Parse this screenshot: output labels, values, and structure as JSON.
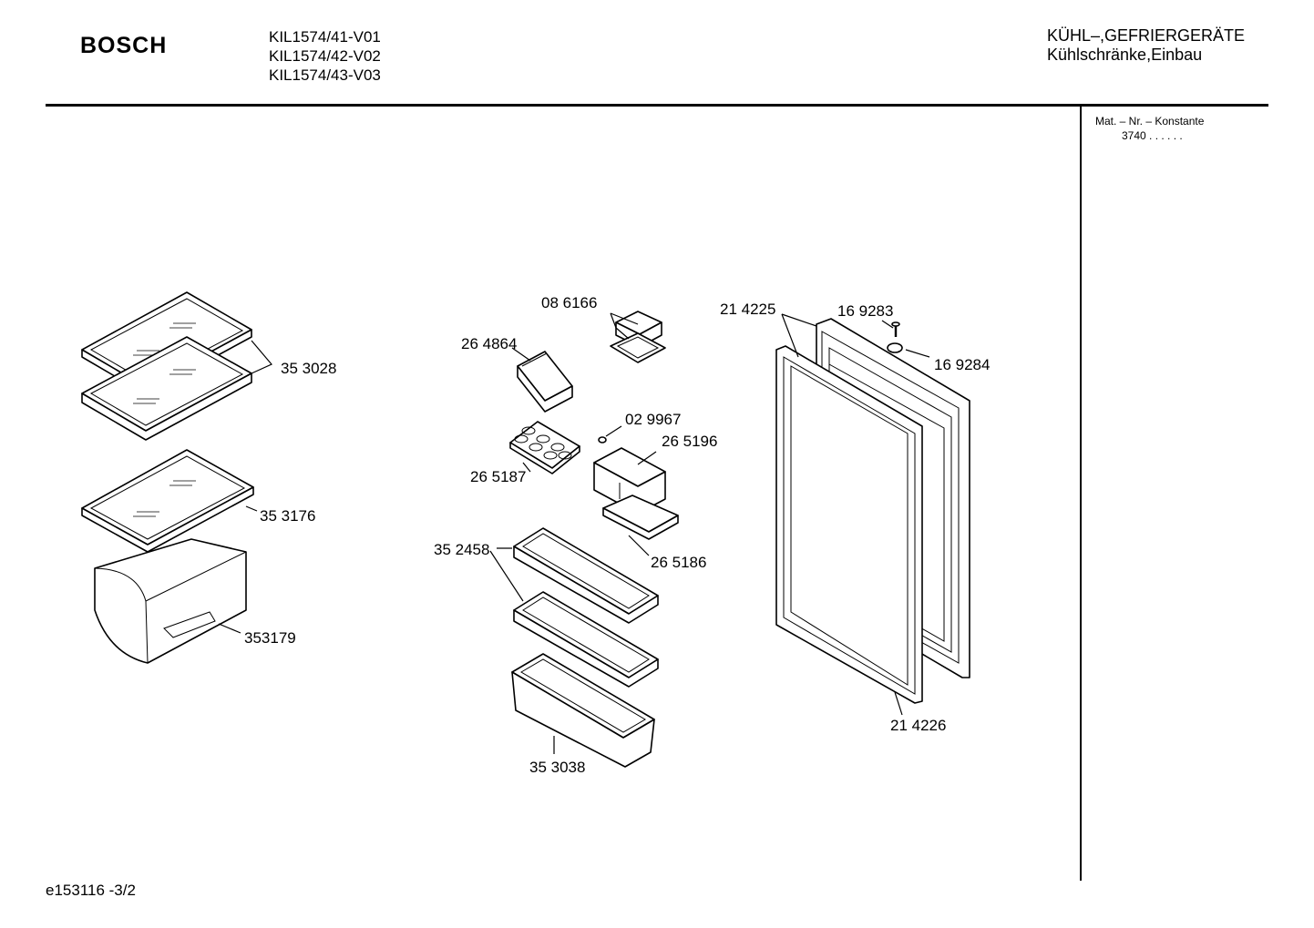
{
  "header": {
    "brand": "BOSCH",
    "models": [
      "KIL1574/41-V01",
      "KIL1574/42-V02",
      "KIL1574/43-V03"
    ],
    "category_line1": "KÜHL–,GEFRIERGERÄTE",
    "category_line2": "Kühlschränke,Einbau"
  },
  "side_panel": {
    "title": "Mat. – Nr. – Konstante",
    "value": "3740  .   .     .   .   .   ."
  },
  "footer": {
    "doc_id": "e153116 -3/2"
  },
  "parts": [
    {
      "label": "35 3028"
    },
    {
      "label": "35 3176"
    },
    {
      "label": "353179"
    },
    {
      "label": "08 6166"
    },
    {
      "label": "26 4864"
    },
    {
      "label": "02 9967"
    },
    {
      "label": "26 5196"
    },
    {
      "label": "26 5187"
    },
    {
      "label": "35 2458"
    },
    {
      "label": "26 5186"
    },
    {
      "label": "35 3038"
    },
    {
      "label": "21 4225"
    },
    {
      "label": "16 9283"
    },
    {
      "label": "16 9284"
    },
    {
      "label": "21 4226"
    }
  ]
}
